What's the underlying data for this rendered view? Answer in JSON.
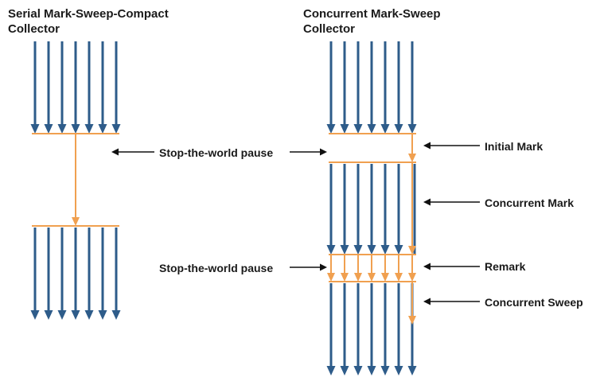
{
  "serial": {
    "title_line1": "Serial Mark-Sweep-Compact",
    "title_line2": "Collector"
  },
  "concurrent": {
    "title_line1": "Concurrent Mark-Sweep",
    "title_line2": "Collector"
  },
  "labels": {
    "stw_pause_upper": "Stop-the-world pause",
    "stw_pause_lower": "Stop-the-world pause",
    "initial_mark": "Initial Mark",
    "concurrent_mark": "Concurrent Mark",
    "remark": "Remark",
    "concurrent_sweep": "Concurrent Sweep"
  },
  "colors": {
    "application_thread": "#2e5c8a",
    "gc_thread": "#f0a050",
    "pointer_arrow": "#111111",
    "text": "#1a1a1a"
  }
}
